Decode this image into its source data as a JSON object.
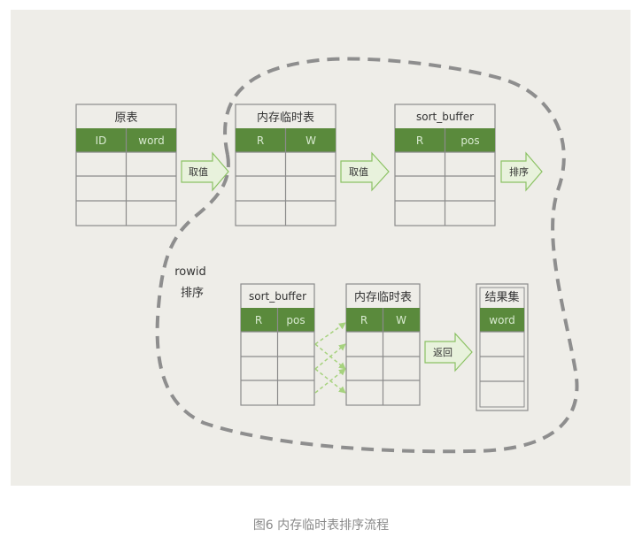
{
  "colors": {
    "panel_bg": "#eeede8",
    "header_green": "#5a8a3c",
    "cell_border": "#8b8b8b",
    "arrow_fill": "#e8f2dc",
    "arrow_stroke": "#8cc264",
    "dash": "#8e8e8e",
    "connector": "#a6d27e"
  },
  "tables": {
    "origin": {
      "title": "原表",
      "cols": [
        "ID",
        "word"
      ]
    },
    "temp_top": {
      "title": "内存临时表",
      "cols": [
        "R",
        "W"
      ]
    },
    "sort_top": {
      "title": "sort_buffer",
      "cols": [
        "R",
        "pos"
      ]
    },
    "sort_bottom": {
      "title": "sort_buffer",
      "cols": [
        "R",
        "pos"
      ]
    },
    "temp_bottom": {
      "title": "内存临时表",
      "cols": [
        "R",
        "W"
      ]
    },
    "result": {
      "title": "结果集",
      "cols": [
        "word"
      ]
    }
  },
  "arrows": {
    "fetch1": "取值",
    "fetch2": "取值",
    "sort": "排序",
    "return": "返回"
  },
  "rowid_label_line1": "rowid",
  "rowid_label_line2": "排序",
  "caption": "图6 内存临时表排序流程"
}
